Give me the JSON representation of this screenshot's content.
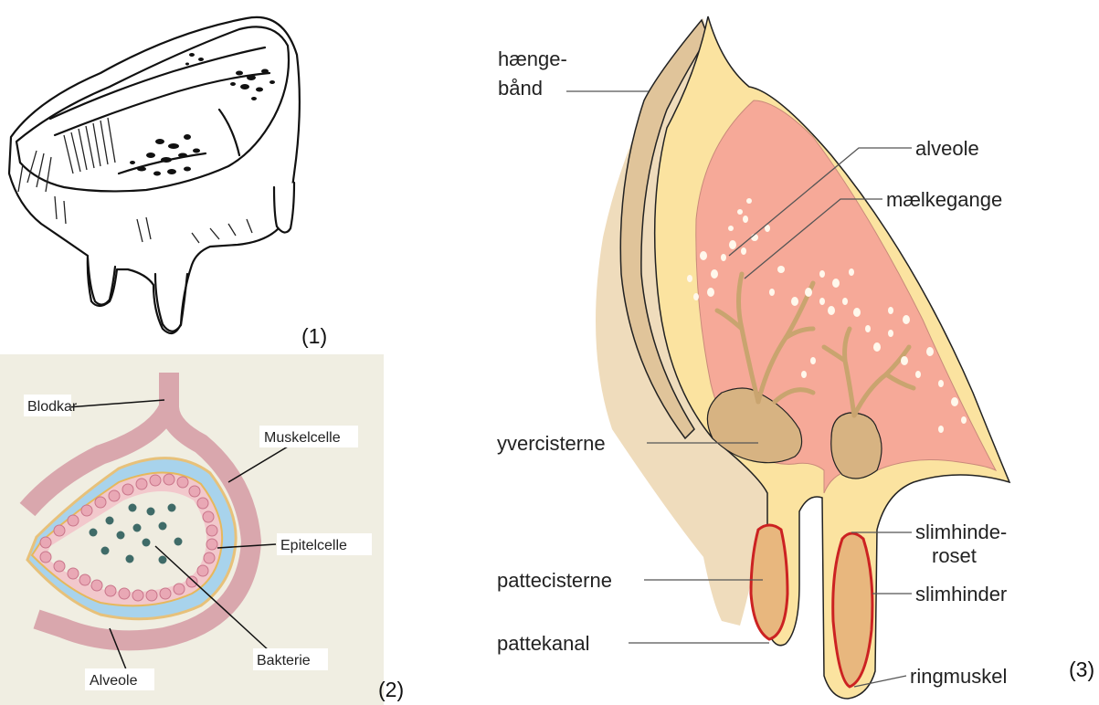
{
  "panel1": {
    "number": "(1)"
  },
  "panel2": {
    "number": "(2)",
    "labels": {
      "blodkar": "Blodkar",
      "muskelcelle": "Muskelcelle",
      "epitelcelle": "Epitelcelle",
      "bakterie": "Bakterie",
      "alveole": "Alveole"
    },
    "colors": {
      "background": "#f0eee2",
      "vessel": "#d9a7ad",
      "muscle": "#a8d3ec",
      "epithelium": "#f2c8cc",
      "bacteria": "#3f6b68"
    }
  },
  "panel3": {
    "number": "(3)",
    "labels": {
      "haengebaand_1": "hænge-",
      "haengebaand_2": "bånd",
      "alveole": "alveole",
      "maelkegange": "mælkegange",
      "yvercisterne": "yvercisterne",
      "slimhinderoset_1": "slimhinde-",
      "slimhinderoset_2": "roset",
      "pattecisterne": "pattecisterne",
      "slimhinder": "slimhinder",
      "pattekanal": "pattekanal",
      "ringmuskel": "ringmuskel"
    },
    "colors": {
      "gland": "#f6a998",
      "tissue": "#fbe3a0",
      "ducts": "#d7b382",
      "ligament": "#e8cda4",
      "mucosa": "#cc2222"
    }
  }
}
